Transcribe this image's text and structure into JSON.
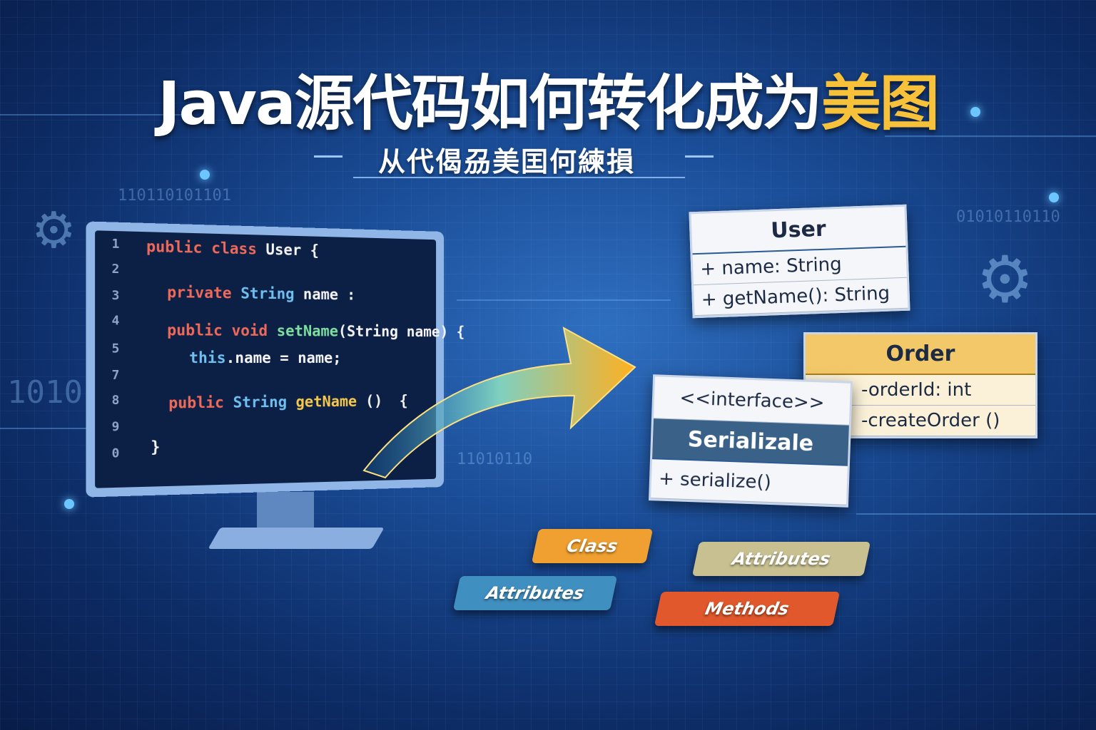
{
  "title": {
    "main": "Java源代码如何转化成为",
    "highlight": "美图"
  },
  "subtitle": "从代偈刕美囯何練損",
  "binary": [
    "110110101101",
    "01010110110",
    "1010",
    "11010110"
  ],
  "code": {
    "line_numbers": [
      "1",
      "2",
      "3",
      "4",
      "5",
      "7",
      "8",
      "9",
      "0"
    ],
    "lines": [
      [
        [
          "kw",
          "public class "
        ],
        [
          "tx",
          "User {"
        ]
      ],
      [
        [
          "kw",
          "private "
        ],
        [
          "ty",
          "String "
        ],
        [
          "tx",
          "name :"
        ]
      ],
      [
        [
          "kw",
          "public void "
        ],
        [
          "fn",
          "setName"
        ],
        [
          "tx",
          "(String name) {"
        ]
      ],
      [
        [
          "ty",
          "this"
        ],
        [
          "tx",
          ".name = name;"
        ]
      ],
      [
        [
          "kw",
          "public "
        ],
        [
          "ty",
          "String "
        ],
        [
          "gn",
          "getName"
        ],
        [
          "tx",
          " ()  {"
        ]
      ],
      [
        [
          "tx",
          "}"
        ]
      ]
    ]
  },
  "uml": {
    "user": {
      "name": "User",
      "rows": [
        "+ name: String",
        "+ getName(): String"
      ]
    },
    "order": {
      "name": "Order",
      "rows": [
        "-orderId: int",
        "-createOrder ()"
      ]
    },
    "serializable": {
      "stereotype": "<<interface>>",
      "name": "Serializale",
      "rows": [
        "+ serialize()"
      ]
    }
  },
  "chips": [
    "Class",
    "Attributes",
    "Attributes",
    "Methods"
  ],
  "colors": {
    "accent": "#f7c23a",
    "bg": "#1a4c96"
  }
}
